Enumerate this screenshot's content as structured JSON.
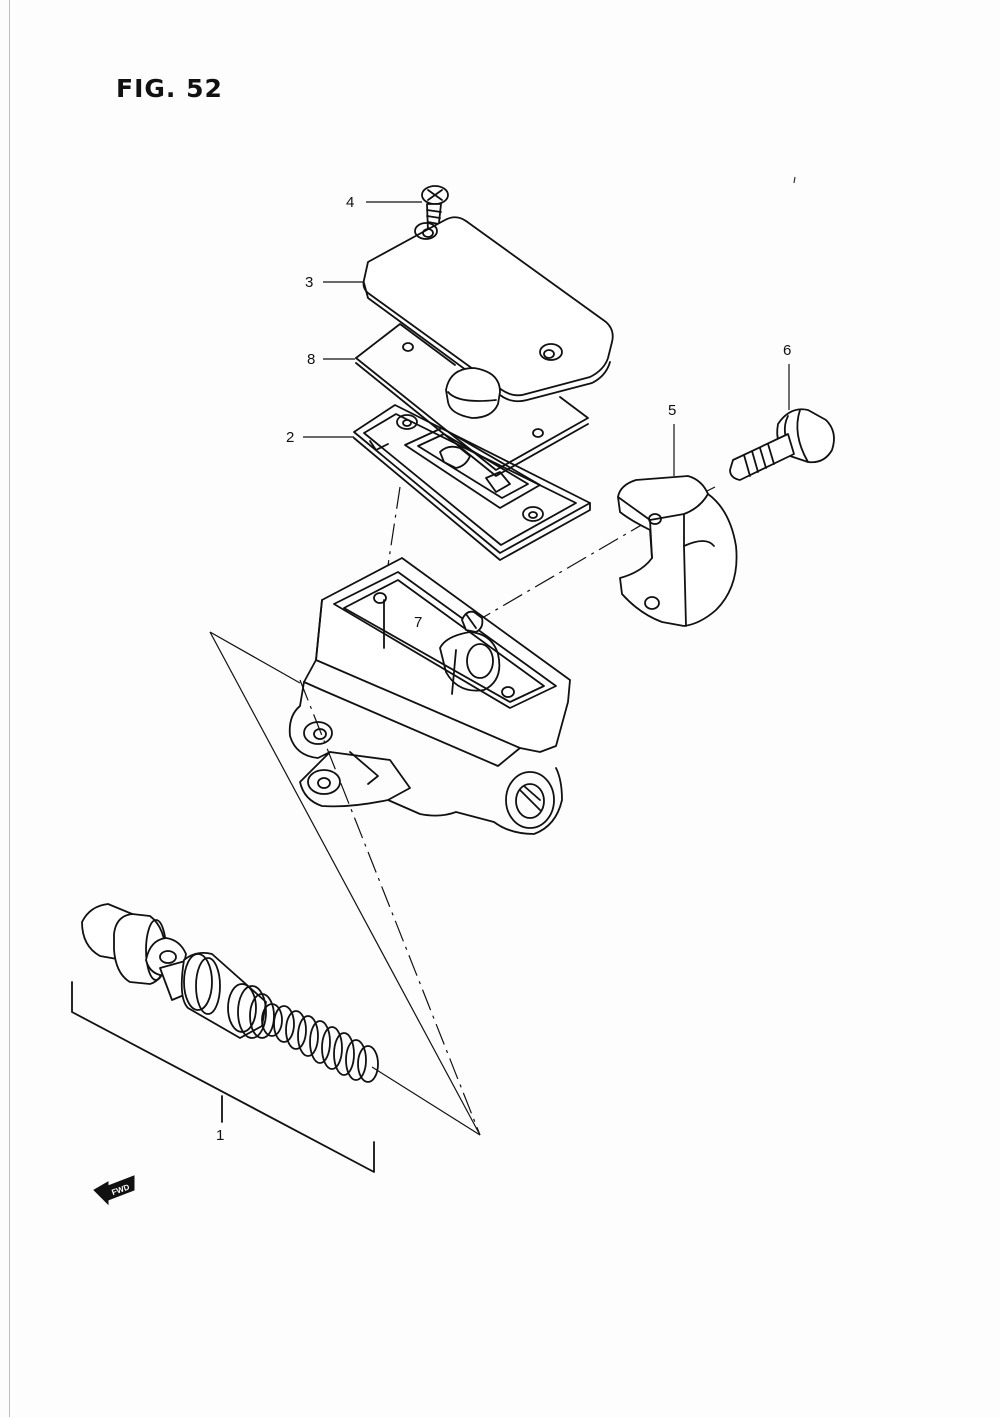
{
  "figure": {
    "title": "FIG. 52"
  },
  "callouts": [
    {
      "id": "1",
      "label": "1"
    },
    {
      "id": "2",
      "label": "2"
    },
    {
      "id": "3",
      "label": "3"
    },
    {
      "id": "4",
      "label": "4"
    },
    {
      "id": "5",
      "label": "5"
    },
    {
      "id": "6",
      "label": "6"
    },
    {
      "id": "7",
      "label": "7"
    },
    {
      "id": "8",
      "label": "8"
    }
  ],
  "direction_marker": {
    "text": "FWD",
    "icon": "fwd-arrow-icon"
  }
}
